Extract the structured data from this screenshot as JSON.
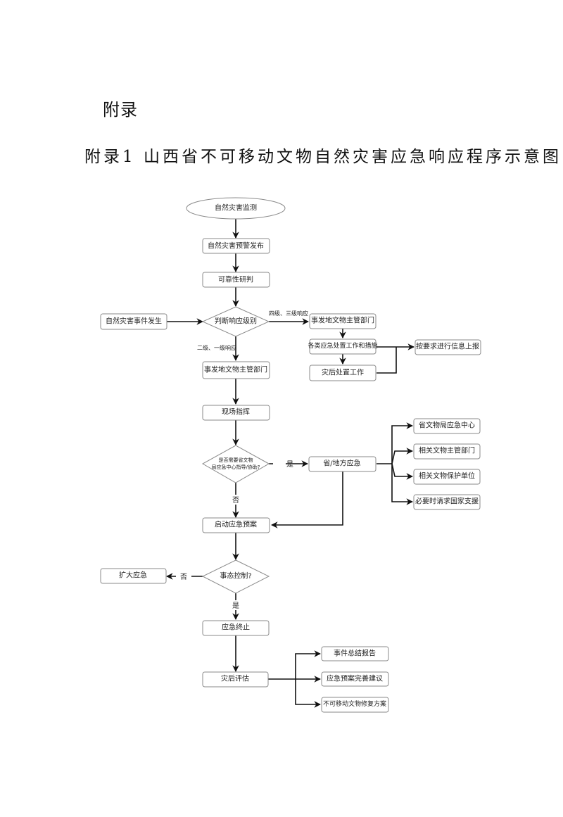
{
  "heading": "附录",
  "figure_title": "附录1  山西省不可移动文物自然灾害应急响应程序示意图",
  "nodes": {
    "monitor": "自然灾害监测",
    "warning": "自然灾害预警发布",
    "judge": "可靠性研判",
    "event": "自然灾害事件发生",
    "level": "判断响应级别",
    "local_dept_right": "事发地文物主管部门",
    "measures": "各类应急处置工作和措施",
    "post_work": "灾后处置工作",
    "report_info": "按要求进行信息上报",
    "local_dept_main": "事发地文物主管部门",
    "onsite": "现场指挥",
    "need_help": "是否需要省文物局应急中心指导/协助?",
    "prov_local": "省/地方应急",
    "prov_center": "省文物局应急中心",
    "rel_dept": "相关文物主管部门",
    "rel_unit": "相关文物保护单位",
    "national": "必要时请求国家支援",
    "start_plan": "启动应急预案",
    "controlled": "事态控制?",
    "expand": "扩大应急",
    "terminate": "应急终止",
    "evaluate": "灾后评估",
    "summary": "事件总结报告",
    "improve": "应急预案完善建议",
    "repair": "不可移动文物修复方案"
  },
  "edge_labels": {
    "level34": "四级、三级响应",
    "level12": "二级、一级响应",
    "yes1": "是",
    "no1": "否",
    "no2": "否",
    "yes2": "是"
  }
}
